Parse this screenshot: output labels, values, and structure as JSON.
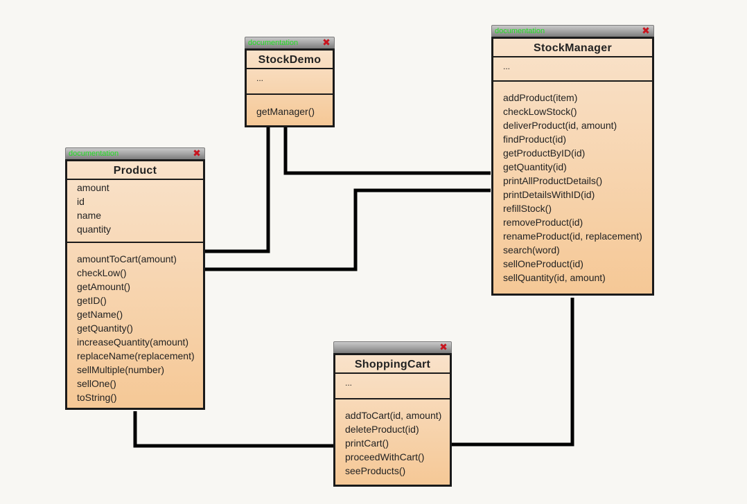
{
  "window_tag": "documentation",
  "close_glyph": "✖",
  "classes": {
    "stockdemo": {
      "name": "StockDemo",
      "attributes": [
        "..."
      ],
      "methods": [
        "getManager()"
      ]
    },
    "stockmanager": {
      "name": "StockManager",
      "attributes": [
        "..."
      ],
      "methods": [
        "addProduct(item)",
        "checkLowStock()",
        "deliverProduct(id, amount)",
        "findProduct(id)",
        "getProductByID(id)",
        "getQuantity(id)",
        "printAllProductDetails()",
        "printDetailsWithID(id)",
        "refillStock()",
        "removeProduct(id)",
        "renameProduct(id, replacement)",
        "search(word)",
        "sellOneProduct(id)",
        "sellQuantity(id, amount)"
      ]
    },
    "product": {
      "name": "Product",
      "attributes": [
        "amount",
        "id",
        "name",
        "quantity"
      ],
      "methods": [
        "amountToCart(amount)",
        "checkLow()",
        "getAmount()",
        "getID()",
        "getName()",
        "getQuantity()",
        "increaseQuantity(amount)",
        "replaceName(replacement)",
        "sellMultiple(number)",
        "sellOne()",
        "toString()"
      ]
    },
    "shoppingcart": {
      "name": "ShoppingCart",
      "attributes": [
        "..."
      ],
      "methods": [
        "addToCart(id, amount)",
        "deleteProduct(id)",
        "printCart()",
        "proceedWithCart()",
        "seeProducts()"
      ]
    }
  },
  "connectors": [
    {
      "from": "stockdemo",
      "to": "product"
    },
    {
      "from": "stockdemo",
      "to": "stockmanager"
    },
    {
      "from": "stockmanager",
      "to": "product"
    },
    {
      "from": "product",
      "to": "shoppingcart"
    },
    {
      "from": "stockmanager",
      "to": "shoppingcart"
    }
  ]
}
